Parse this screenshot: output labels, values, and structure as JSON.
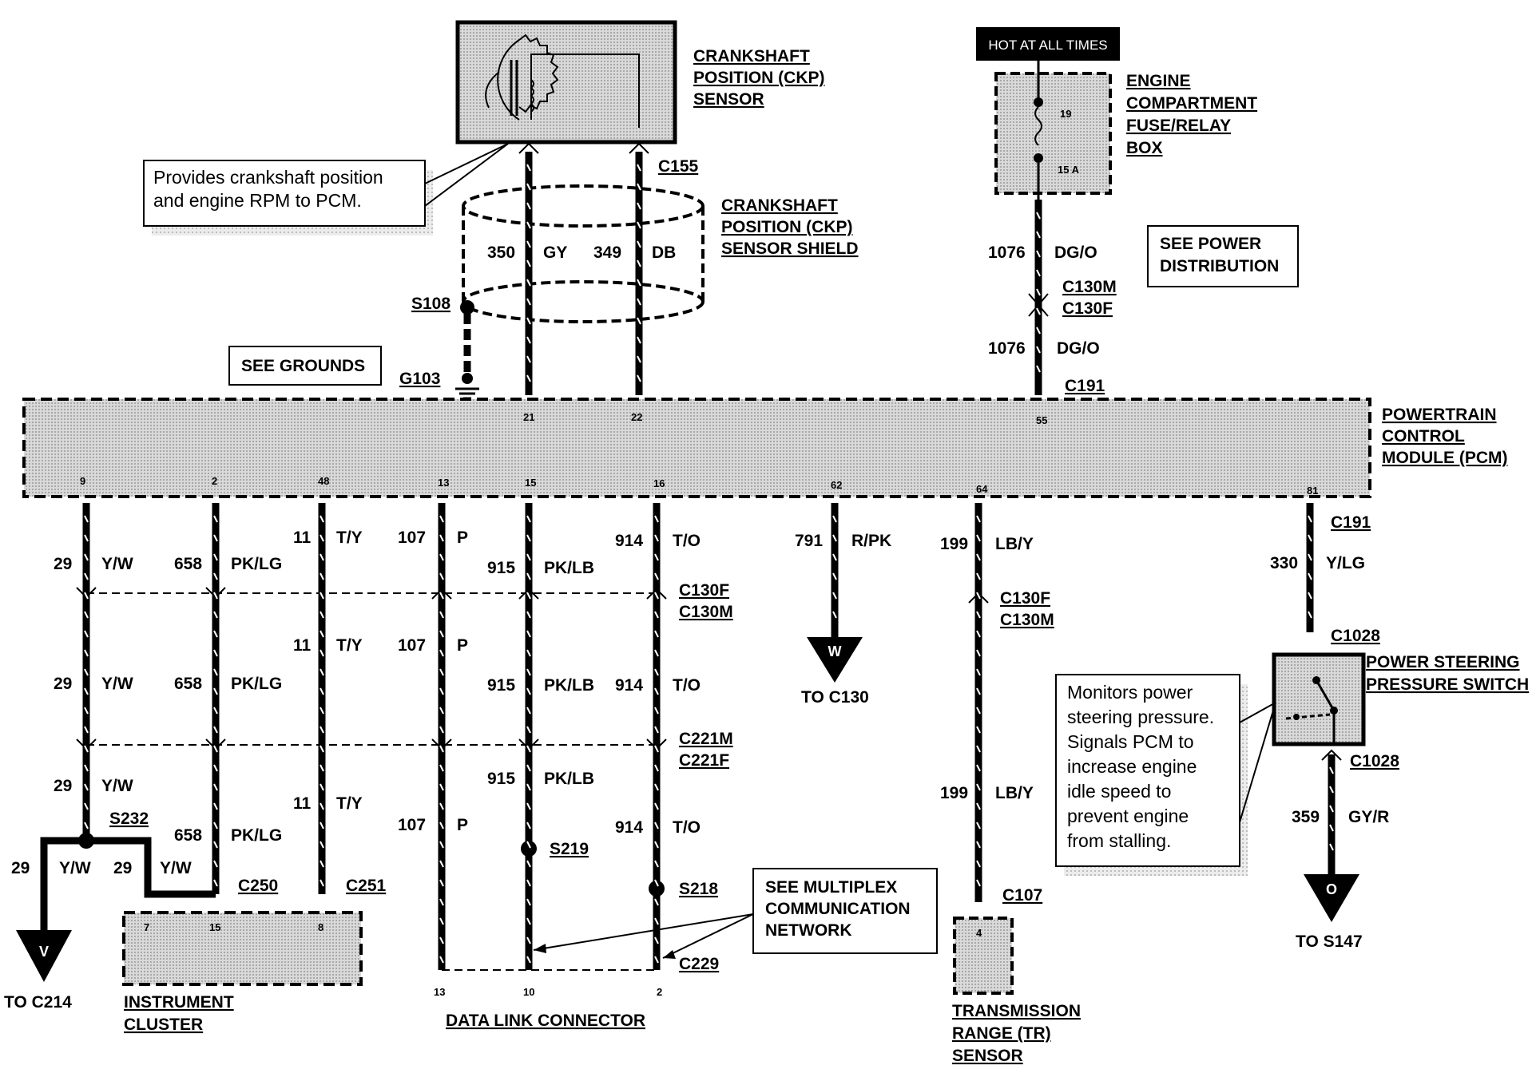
{
  "components": {
    "ckp_sensor": [
      "CRANKSHAFT",
      "POSITION (CKP)",
      "SENSOR"
    ],
    "ckp_shield": [
      "CRANKSHAFT",
      "POSITION (CKP)",
      "SENSOR SHIELD"
    ],
    "fuse_box": [
      "ENGINE",
      "COMPARTMENT",
      "FUSE/RELAY",
      "BOX"
    ],
    "pcm": [
      "POWERTRAIN",
      "CONTROL",
      "MODULE (PCM)"
    ],
    "ps_switch": [
      "POWER STEERING",
      "PRESSURE SWITCH"
    ],
    "instrument_cluster": [
      "INSTRUMENT",
      "CLUSTER"
    ],
    "dlc": "DATA LINK CONNECTOR",
    "tr_sensor": [
      "TRANSMISSION",
      "RANGE (TR)",
      "SENSOR"
    ]
  },
  "notes": {
    "hot": "HOT AT ALL TIMES",
    "ckp_note": [
      "Provides crankshaft position",
      "and engine RPM to PCM."
    ],
    "see_grounds": "SEE GROUNDS",
    "see_power": [
      "SEE POWER",
      "DISTRIBUTION"
    ],
    "see_multiplex": [
      "SEE MULTIPLEX",
      "COMMUNICATION",
      "NETWORK"
    ],
    "ps_note": [
      "Monitors power",
      "steering pressure.",
      "Signals PCM to",
      "increase engine",
      "idle speed to",
      "prevent engine",
      "from stalling."
    ]
  },
  "fuse": {
    "number": "19",
    "rating": "15 A"
  },
  "connectors": {
    "c155": "C155",
    "c130m": "C130M",
    "c130f": "C130F",
    "c191": "C191",
    "c1028": "C1028",
    "c221m": "C221M",
    "c221f": "C221F",
    "c250": "C250",
    "c251": "C251",
    "c229": "C229",
    "c107": "C107"
  },
  "splices": {
    "s108": "S108",
    "s232": "S232",
    "s219": "S219",
    "s218": "S218"
  },
  "grounds": {
    "g103": "G103"
  },
  "pins": {
    "p21": "21",
    "p22": "22",
    "p55": "55",
    "p9": "9",
    "p2": "2",
    "p48": "48",
    "p13": "13",
    "p15": "15",
    "p16": "16",
    "p62": "62",
    "p64": "64",
    "p81": "81",
    "ic7": "7",
    "ic15": "15",
    "ic8": "8",
    "d13": "13",
    "d10": "10",
    "d2": "2",
    "tr4": "4"
  },
  "circuits": {
    "c350": "350",
    "gy": "GY",
    "c349": "349",
    "db": "DB",
    "c1076": "1076",
    "dgo": "DG/O",
    "c29": "29",
    "yw": "Y/W",
    "c658": "658",
    "pklg": "PK/LG",
    "c11": "11",
    "ty": "T/Y",
    "c107n": "107",
    "p": "P",
    "c915": "915",
    "pklb": "PK/LB",
    "c914": "914",
    "to": "T/O",
    "c791": "791",
    "rpk": "R/PK",
    "c199": "199",
    "lby": "LB/Y",
    "c330": "330",
    "ylg": "Y/LG",
    "c359": "359",
    "gyr": "GY/R"
  },
  "arrows": {
    "w": "W",
    "to_c130": "TO C130",
    "v": "V",
    "to_c214": "TO C214",
    "o": "O",
    "to_s147": "TO S147"
  }
}
